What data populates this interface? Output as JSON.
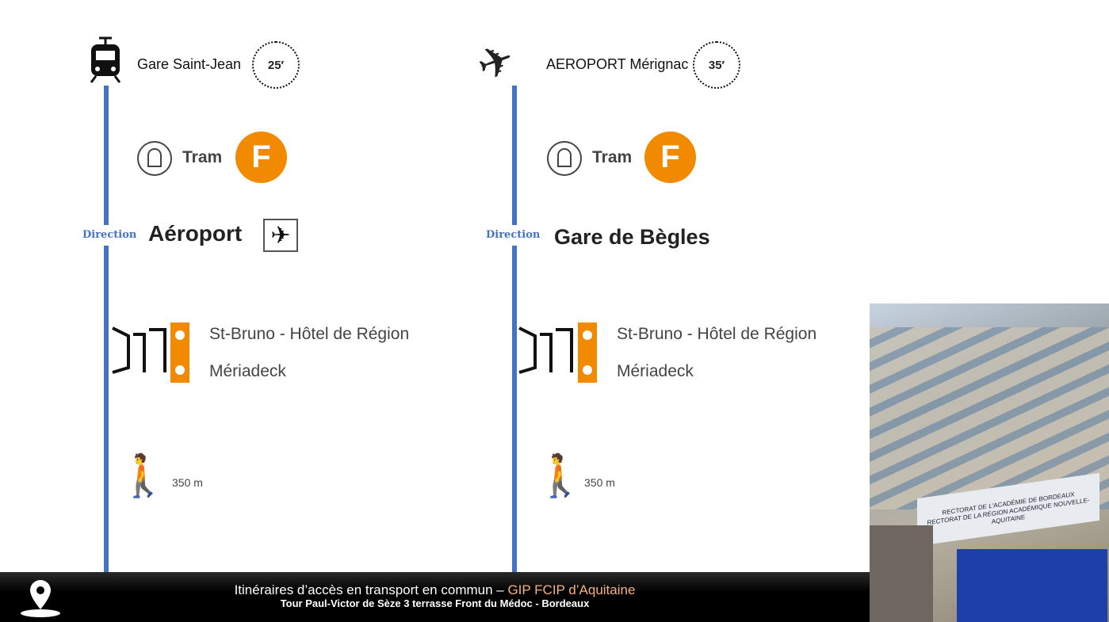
{
  "routes": [
    {
      "origin": "Gare Saint-Jean",
      "origin_icon": "tram-front-icon",
      "duration": "25′",
      "mode": "Tram",
      "line": "F",
      "direction_label": "Direction",
      "destination": "Aéroport",
      "destination_icon": "airplane-icon",
      "stops": [
        "St-Bruno - Hôtel de Région",
        "Mériadeck"
      ],
      "walk_distance": "350 m"
    },
    {
      "origin": "AEROPORT Mérignac",
      "origin_icon": "airplane-icon",
      "duration": "35′",
      "mode": "Tram",
      "line": "F",
      "direction_label": "Direction",
      "destination": "Gare de Bègles",
      "stops": [
        "St-Bruno - Hôtel de Région",
        "Mériadeck"
      ],
      "walk_distance": "350 m"
    }
  ],
  "footer": {
    "title": "Itinéraires d’accès en transport en commun – ",
    "org": "GIP FCIP d’Aquitaine",
    "address": "Tour Paul-Victor de Sèze  3 terrasse Front du Médoc - Bordeaux"
  },
  "photo": {
    "sign_line1": "RECTORAT DE L'ACADÉMIE DE BORDEAUX",
    "sign_line2": "RECTORAT DE LA RÉGION ACADÉMIQUE NOUVELLE-AQUITAINE"
  },
  "colors": {
    "accent": "#4472c4",
    "line_f": "#f28a00"
  }
}
